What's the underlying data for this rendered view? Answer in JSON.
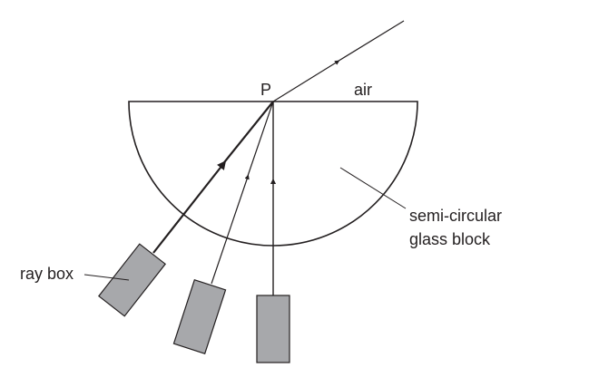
{
  "labels": {
    "point": "P",
    "medium_outside": "air",
    "block_line1": "semi-circular",
    "block_line2": "glass block",
    "ray_box": "ray box"
  },
  "colors": {
    "line": "#231f20",
    "ray_box_fill": "#a7a8ab"
  }
}
